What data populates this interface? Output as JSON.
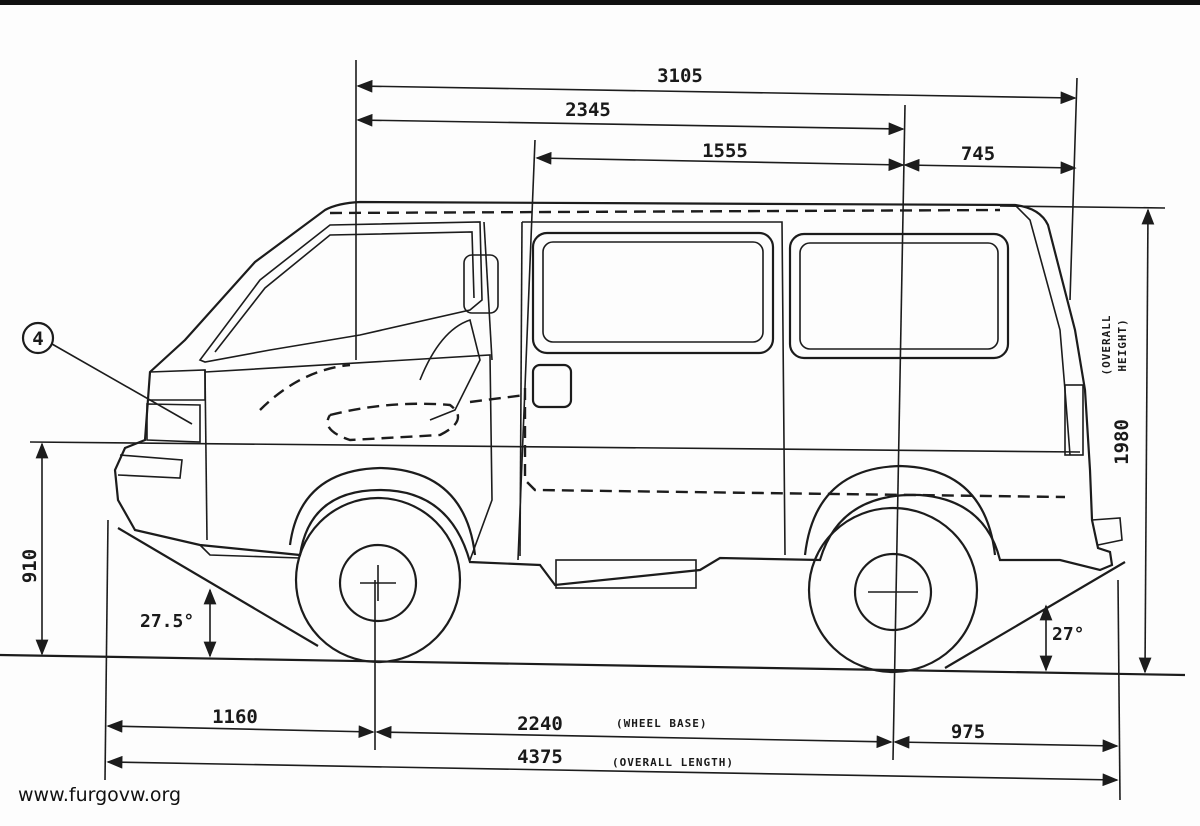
{
  "dimensions": {
    "top_3105": "3105",
    "top_2345": "2345",
    "top_1555": "1555",
    "top_745": "745",
    "front_overhang": "1160",
    "wheel_base": "2240",
    "wheel_base_label": "(WHEEL BASE)",
    "rear_overhang": "975",
    "overall_length": "4375",
    "overall_length_label": "(OVERALL LENGTH)",
    "overall_height": "1980",
    "overall_height_label_1": "(OVERALL",
    "overall_height_label_2": "HEIGHT)",
    "front_height": "910"
  },
  "angles": {
    "approach": "27.5°",
    "departure": "27°"
  },
  "callouts": {
    "part_4": "4"
  },
  "watermark": "www.furgovw.org"
}
